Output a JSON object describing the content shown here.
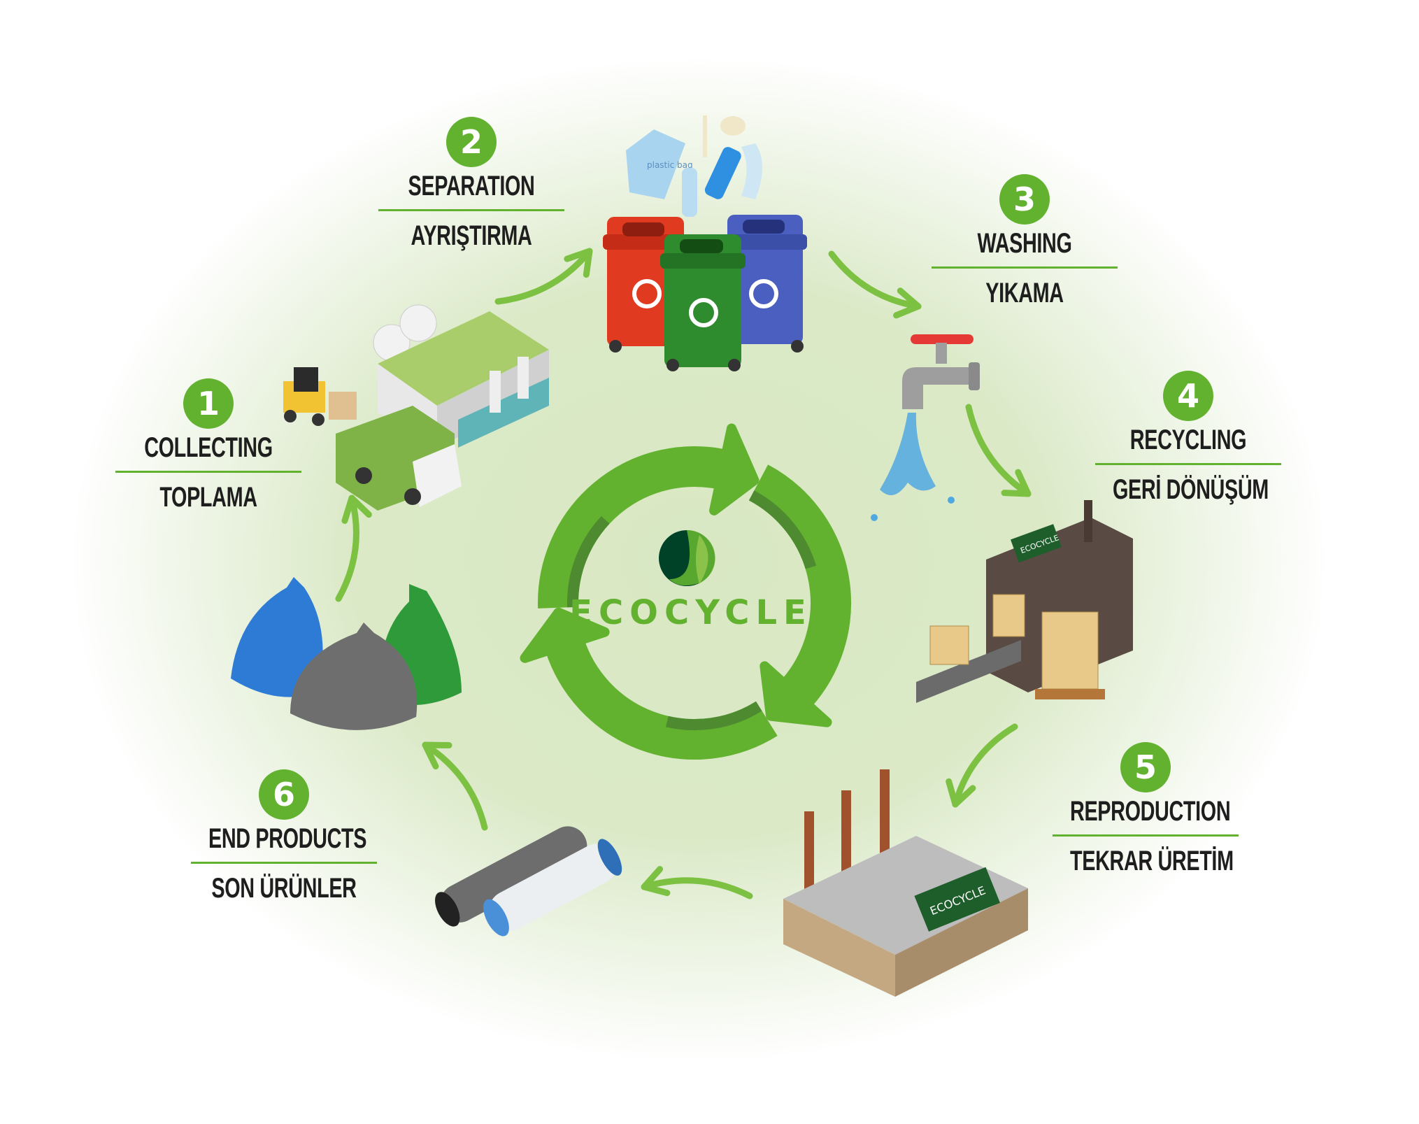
{
  "brand": "ECOCYCLE",
  "colors": {
    "accent": "#62b22f",
    "accent_dark": "#4e8a30",
    "text": "#1e1e1e"
  },
  "steps": [
    {
      "number": "1",
      "title": "COLLECTING",
      "subtitle": "TOPLAMA"
    },
    {
      "number": "2",
      "title": "SEPARATION",
      "subtitle": "AYRIŞTIRMA"
    },
    {
      "number": "3",
      "title": "WASHING",
      "subtitle": "YIKAMA"
    },
    {
      "number": "4",
      "title": "RECYCLING",
      "subtitle": "GERİ DÖNÜŞÜM"
    },
    {
      "number": "5",
      "title": "REPRODUCTION",
      "subtitle": "TEKRAR ÜRETİM"
    },
    {
      "number": "6",
      "title": "END PRODUCTS",
      "subtitle": "SON ÜRÜNLER"
    }
  ],
  "labels": {
    "bag_text": "plastic bag",
    "machine_sign": "ECOCYCLE",
    "factory_sign": "ECOCYCLE"
  }
}
